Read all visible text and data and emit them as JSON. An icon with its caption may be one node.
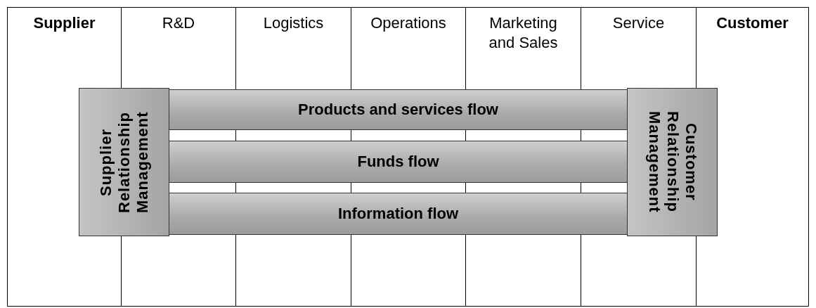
{
  "diagram": {
    "nodes": [
      {
        "text": [
          "Supplier"
        ]
      },
      {
        "text": [
          "R&D"
        ]
      },
      {
        "text": [
          "Logistics"
        ]
      },
      {
        "text": [
          "Operations"
        ]
      },
      {
        "text": [
          "Marketing and Sales"
        ]
      },
      {
        "text": [
          "Service"
        ]
      },
      {
        "text": [
          "Customer"
        ]
      },
      {
        "text": [
          "Supplier Relationship Management"
        ]
      },
      {
        "text": [
          "Products and services flow"
        ]
      },
      {
        "text": [
          "Funds flow"
        ]
      },
      {
        "text": [
          "Information flow"
        ]
      },
      {
        "text": [
          "Customer Relationship Management"
        ]
      }
    ],
    "edges": []
  }
}
